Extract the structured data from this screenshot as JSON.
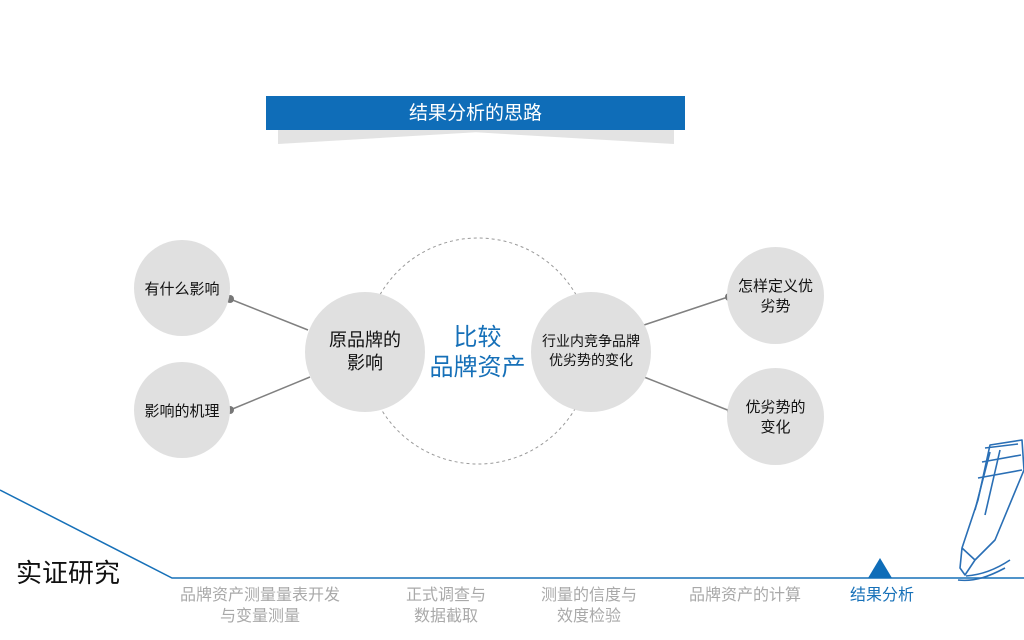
{
  "banner": {
    "title": "结果分析的思路"
  },
  "diagram": {
    "center": {
      "line1": "比较",
      "line2": "品牌资产"
    },
    "left_main": {
      "line1": "原品牌的",
      "line2": "影响"
    },
    "right_main": {
      "line1": "行业内竞争品牌",
      "line2": "优劣势的变化"
    },
    "left_top": "有什么影响",
    "left_bottom": "影响的机理",
    "right_top": {
      "line1": "怎样定义优",
      "line2": "劣势"
    },
    "right_bottom": {
      "line1": "优劣势的",
      "line2": "变化"
    }
  },
  "section": {
    "title": "实证研究"
  },
  "nav": {
    "items": [
      {
        "line1": "品牌资产测量量表开发",
        "line2": "与变量测量"
      },
      {
        "line1": "正式调查与",
        "line2": "数据截取"
      },
      {
        "line1": "测量的信度与",
        "line2": "效度检验"
      },
      {
        "line1": "品牌资产的计算",
        "line2": ""
      },
      {
        "line1": "结果分析",
        "line2": ""
      }
    ],
    "active_index": 4
  },
  "colors": {
    "accent": "#0f6db8",
    "circle_fill": "#e0e0e0",
    "inactive_nav": "#a9a9a9"
  }
}
